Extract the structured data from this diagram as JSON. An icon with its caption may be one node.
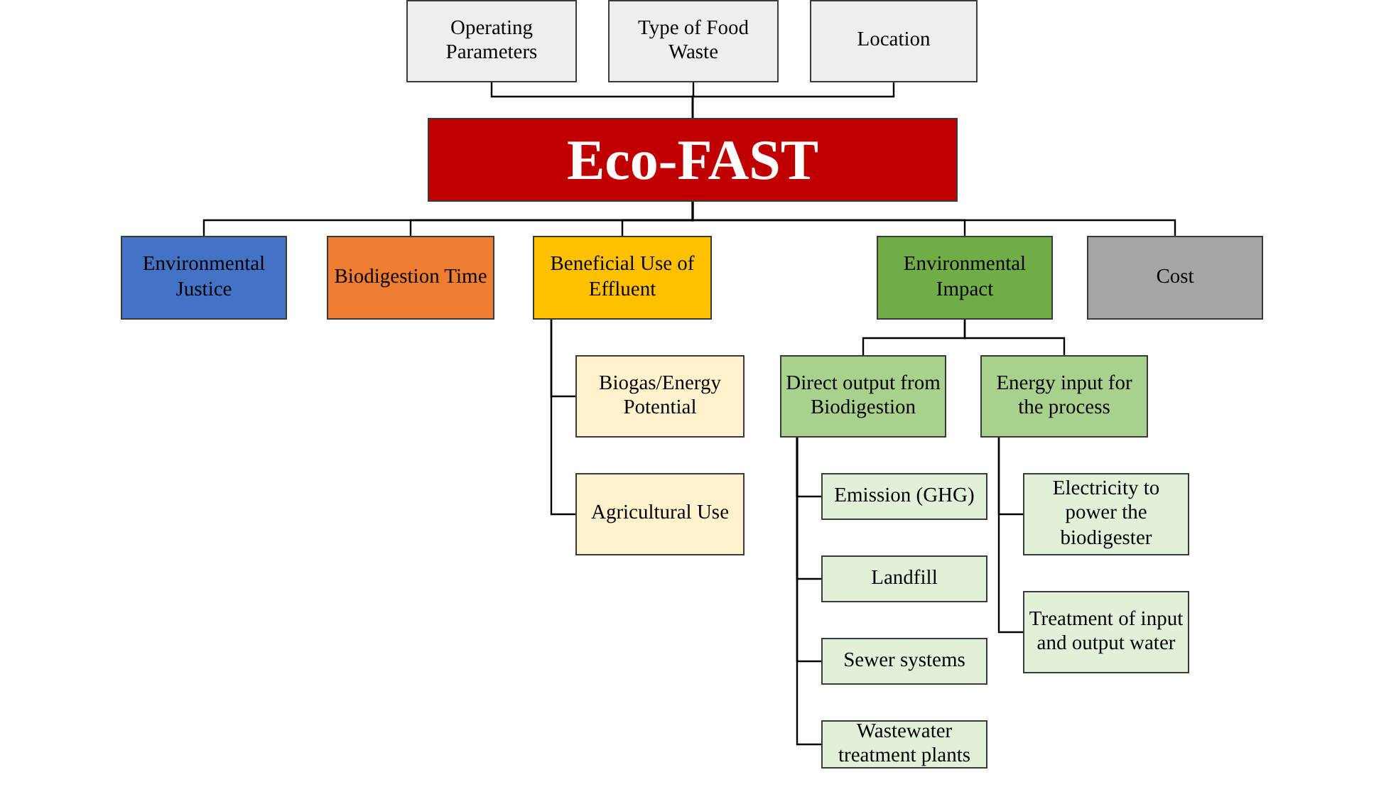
{
  "diagram": {
    "nodes": [
      {
        "text": [
          "Operating Parameters"
        ]
      },
      {
        "text": [
          "Type of Food Waste"
        ]
      },
      {
        "text": [
          "Location"
        ]
      },
      {
        "text": [
          "Eco-FAST"
        ]
      },
      {
        "text": [
          "Environmental Justice"
        ]
      },
      {
        "text": [
          "Biodigestion Time"
        ]
      },
      {
        "text": [
          "Beneficial Use of Effluent"
        ]
      },
      {
        "text": [
          "Environmental Impact"
        ]
      },
      {
        "text": [
          "Cost"
        ]
      },
      {
        "text": [
          "Biogas/Energy Potential"
        ]
      },
      {
        "text": [
          "Agricultural Use"
        ]
      },
      {
        "text": [
          "Direct output from Biodigestion"
        ]
      },
      {
        "text": [
          "Energy input for the process"
        ]
      },
      {
        "text": [
          "Emission (GHG)"
        ]
      },
      {
        "text": [
          "Landfill"
        ]
      },
      {
        "text": [
          "Sewer systems"
        ]
      },
      {
        "text": [
          "Wastewater treatment plants"
        ]
      },
      {
        "text": [
          "Electricity to power the biodigester"
        ]
      },
      {
        "text": [
          "Treatment of input and output water"
        ]
      }
    ],
    "edges": [
      {
        "from": 0,
        "to": 3,
        "arrow": "none"
      },
      {
        "from": 1,
        "to": 3,
        "arrow": "none"
      },
      {
        "from": 2,
        "to": 3,
        "arrow": "none"
      },
      {
        "from": 3,
        "to": 4,
        "arrow": "none"
      },
      {
        "from": 3,
        "to": 5,
        "arrow": "none"
      },
      {
        "from": 3,
        "to": 6,
        "arrow": "none"
      },
      {
        "from": 3,
        "to": 7,
        "arrow": "none"
      },
      {
        "from": 3,
        "to": 8,
        "arrow": "none"
      },
      {
        "from": 6,
        "to": 9,
        "arrow": "none"
      },
      {
        "from": 6,
        "to": 10,
        "arrow": "none"
      },
      {
        "from": 7,
        "to": 11,
        "arrow": "none"
      },
      {
        "from": 7,
        "to": 12,
        "arrow": "none"
      },
      {
        "from": 11,
        "to": 13,
        "arrow": "none"
      },
      {
        "from": 11,
        "to": 14,
        "arrow": "none"
      },
      {
        "from": 11,
        "to": 15,
        "arrow": "none"
      },
      {
        "from": 11,
        "to": 16,
        "arrow": "none"
      },
      {
        "from": 12,
        "to": 17,
        "arrow": "none"
      },
      {
        "from": 12,
        "to": 18,
        "arrow": "none"
      }
    ]
  }
}
